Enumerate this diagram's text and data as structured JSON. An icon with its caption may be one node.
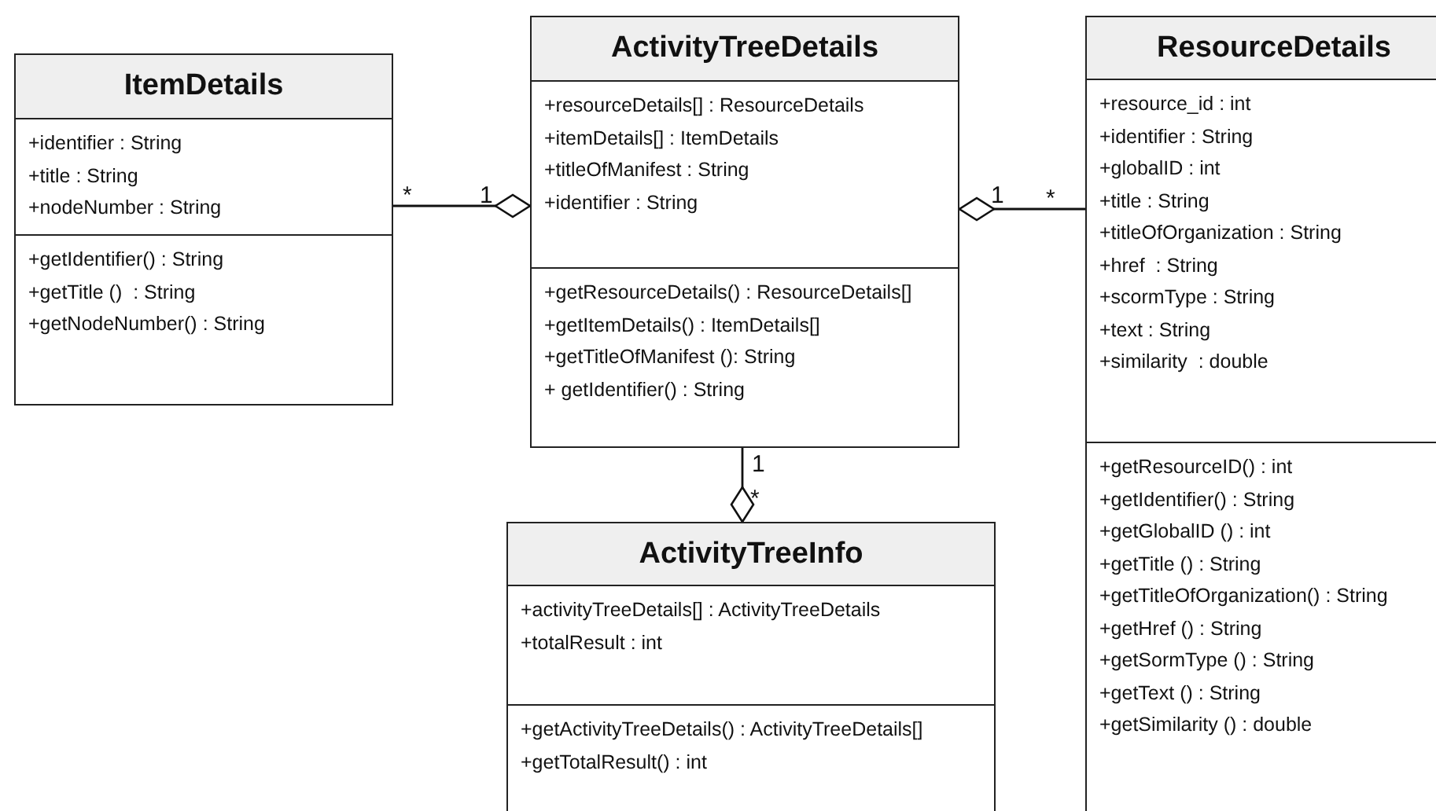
{
  "diagram": {
    "nodes": [
      {
        "text": [
          "ItemDetails"
        ]
      },
      {
        "text": [
          "+identifier : String",
          "+title : String",
          "+nodeNumber : String"
        ],
        "in": 0
      },
      {
        "text": [
          "+getIdentifier() : String",
          "+getTitle ()  : String",
          "+getNodeNumber() : String"
        ],
        "in": 0
      },
      {
        "text": [
          "ActivityTreeDetails"
        ]
      },
      {
        "text": [
          "+resourceDetails[] : ResourceDetails",
          "+itemDetails[] : ItemDetails",
          "+titleOfManifest : String",
          "+identifier : String"
        ],
        "in": 3
      },
      {
        "text": [
          "+getResourceDetails() : ResourceDetails[]",
          "+getItemDetails() : ItemDetails[]",
          "+getTitleOfManifest (): String",
          "+ getIdentifier() : String"
        ],
        "in": 3
      },
      {
        "text": [
          "ResourceDetails"
        ]
      },
      {
        "text": [
          "+resource_id : int",
          "+identifier : String",
          "+globalID : int",
          "+title : String",
          "+titleOfOrganization : String",
          "+href  : String",
          "+scormType : String",
          "+text : String",
          "+similarity  : double"
        ],
        "in": 6
      },
      {
        "text": [
          "+getResourceID() : int",
          "+getIdentifier() : String",
          "+getGlobalID () : int",
          "+getTitle () : String",
          "+getTitleOfOrganization() : String",
          "+getHref () : String",
          "+getSormType () : String",
          "+getText () : String",
          "+getSimilarity () : double"
        ],
        "in": 6
      },
      {
        "text": [
          "ActivityTreeInfo"
        ]
      },
      {
        "text": [
          "+activityTreeDetails[] : ActivityTreeDetails",
          "+totalResult : int"
        ],
        "in": 9
      },
      {
        "text": [
          "+getActivityTreeDetails() : ActivityTreeDetails[]",
          "+getTotalResult() : int"
        ],
        "in": 9
      }
    ],
    "edges": [
      {
        "from": 0,
        "to": 3,
        "arrow": "other"
      },
      {
        "from": 6,
        "to": 3,
        "arrow": "other"
      },
      {
        "from": 3,
        "to": 9,
        "arrow": "other"
      }
    ],
    "labels": [
      "*",
      "1",
      "1",
      "*",
      "1",
      "*"
    ]
  }
}
